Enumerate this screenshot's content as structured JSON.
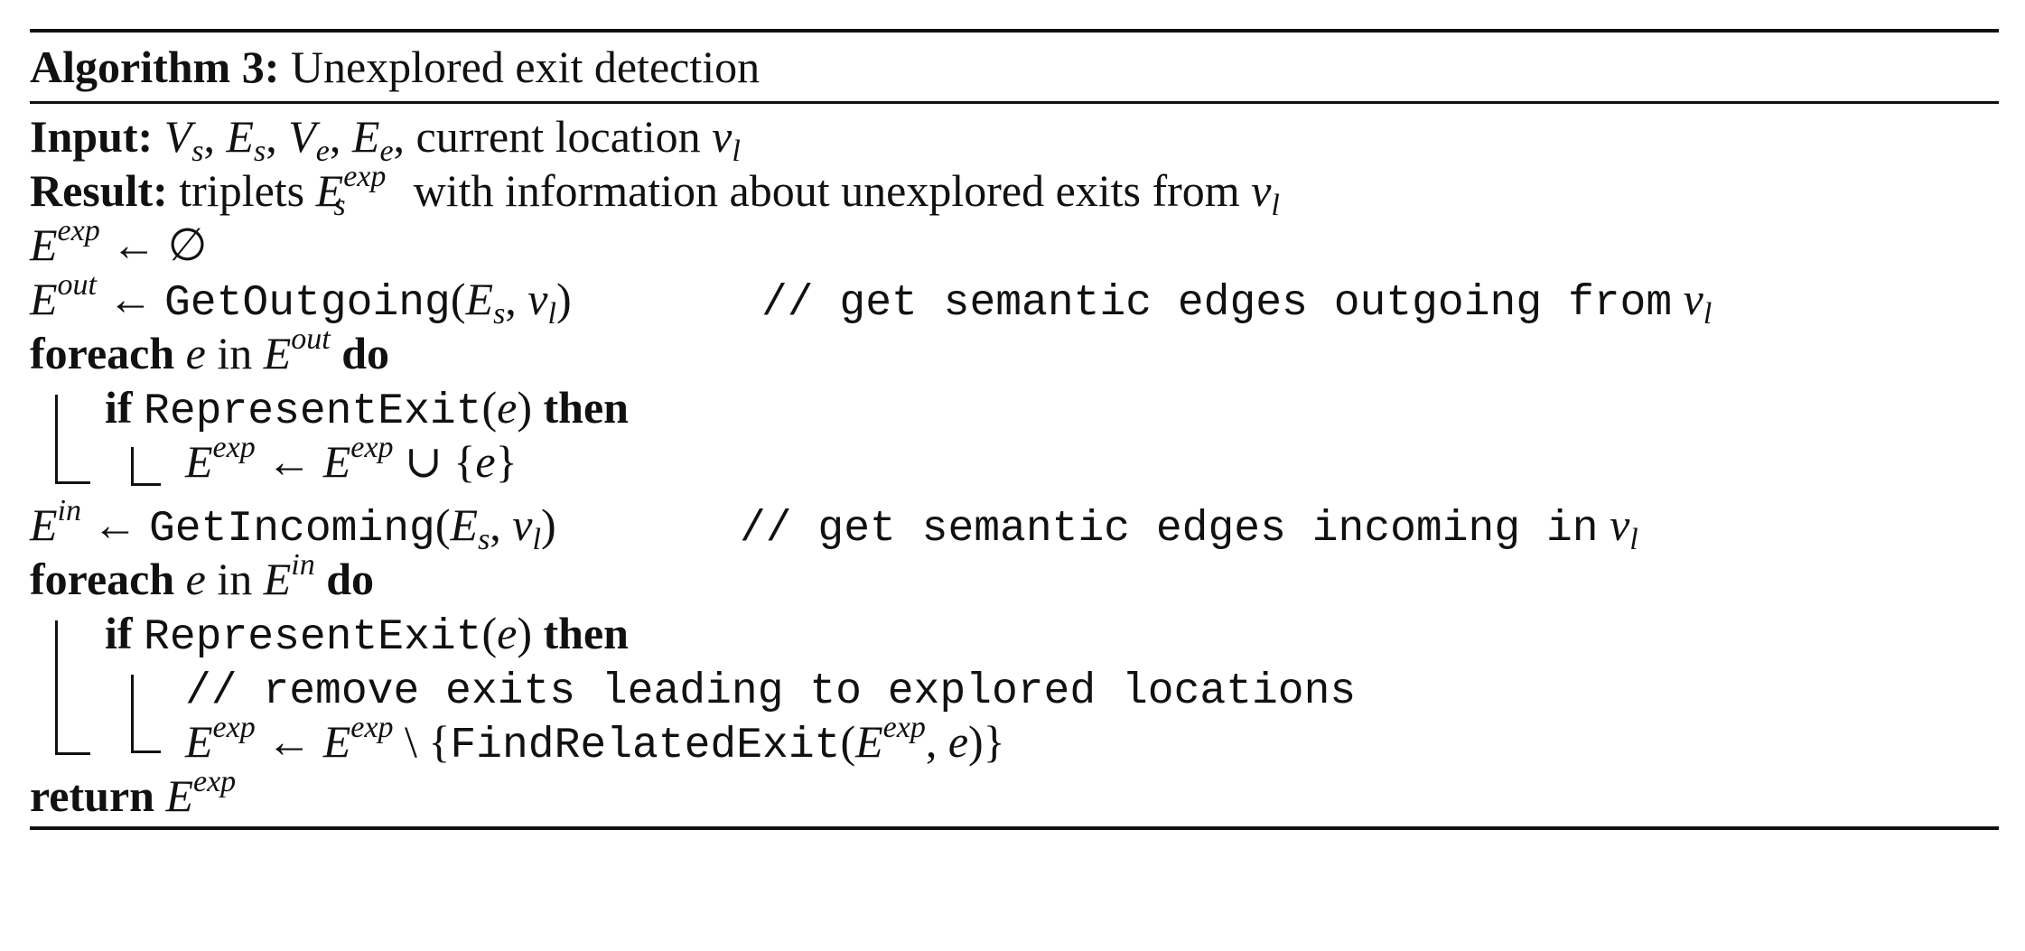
{
  "algorithm": {
    "label": "Algorithm 3:",
    "title": "Unexplored exit detection",
    "input_kw": "Input:",
    "input_text": "current location",
    "result_kw": "Result:",
    "result_text_1": "triplets",
    "result_text_2": "with information about unexplored exits from",
    "foreach_kw": "foreach",
    "in_kw": "in",
    "do_kw": "do",
    "if_kw": "if",
    "then_kw": "then",
    "return_kw": "return",
    "fn_get_outgoing": "GetOutgoing",
    "fn_get_incoming": "GetIncoming",
    "fn_represent_exit": "RepresentExit",
    "fn_find_related_exit": "FindRelatedExit",
    "comment_outgoing": "// get semantic edges outgoing from",
    "comment_incoming": "// get semantic edges incoming in",
    "comment_remove": "// remove exits leading to explored locations"
  }
}
